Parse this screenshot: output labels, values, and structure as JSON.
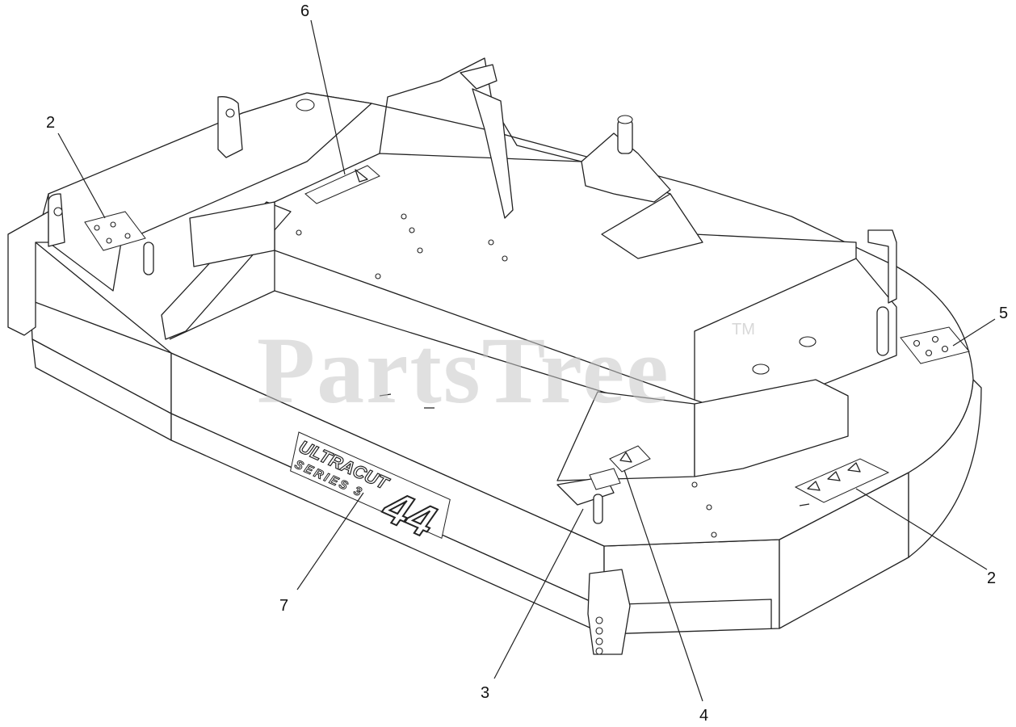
{
  "watermark": {
    "text": "PartsTree",
    "tm": "TM"
  },
  "logo": {
    "line1": "ULTRACUT",
    "line2": "SERIES 3",
    "size": "44"
  },
  "callouts": [
    {
      "id": "c6",
      "label": "6"
    },
    {
      "id": "c2a",
      "label": "2"
    },
    {
      "id": "c5",
      "label": "5"
    },
    {
      "id": "c2b",
      "label": "2"
    },
    {
      "id": "c7",
      "label": "7"
    },
    {
      "id": "c3",
      "label": "3"
    },
    {
      "id": "c4",
      "label": "4"
    }
  ]
}
